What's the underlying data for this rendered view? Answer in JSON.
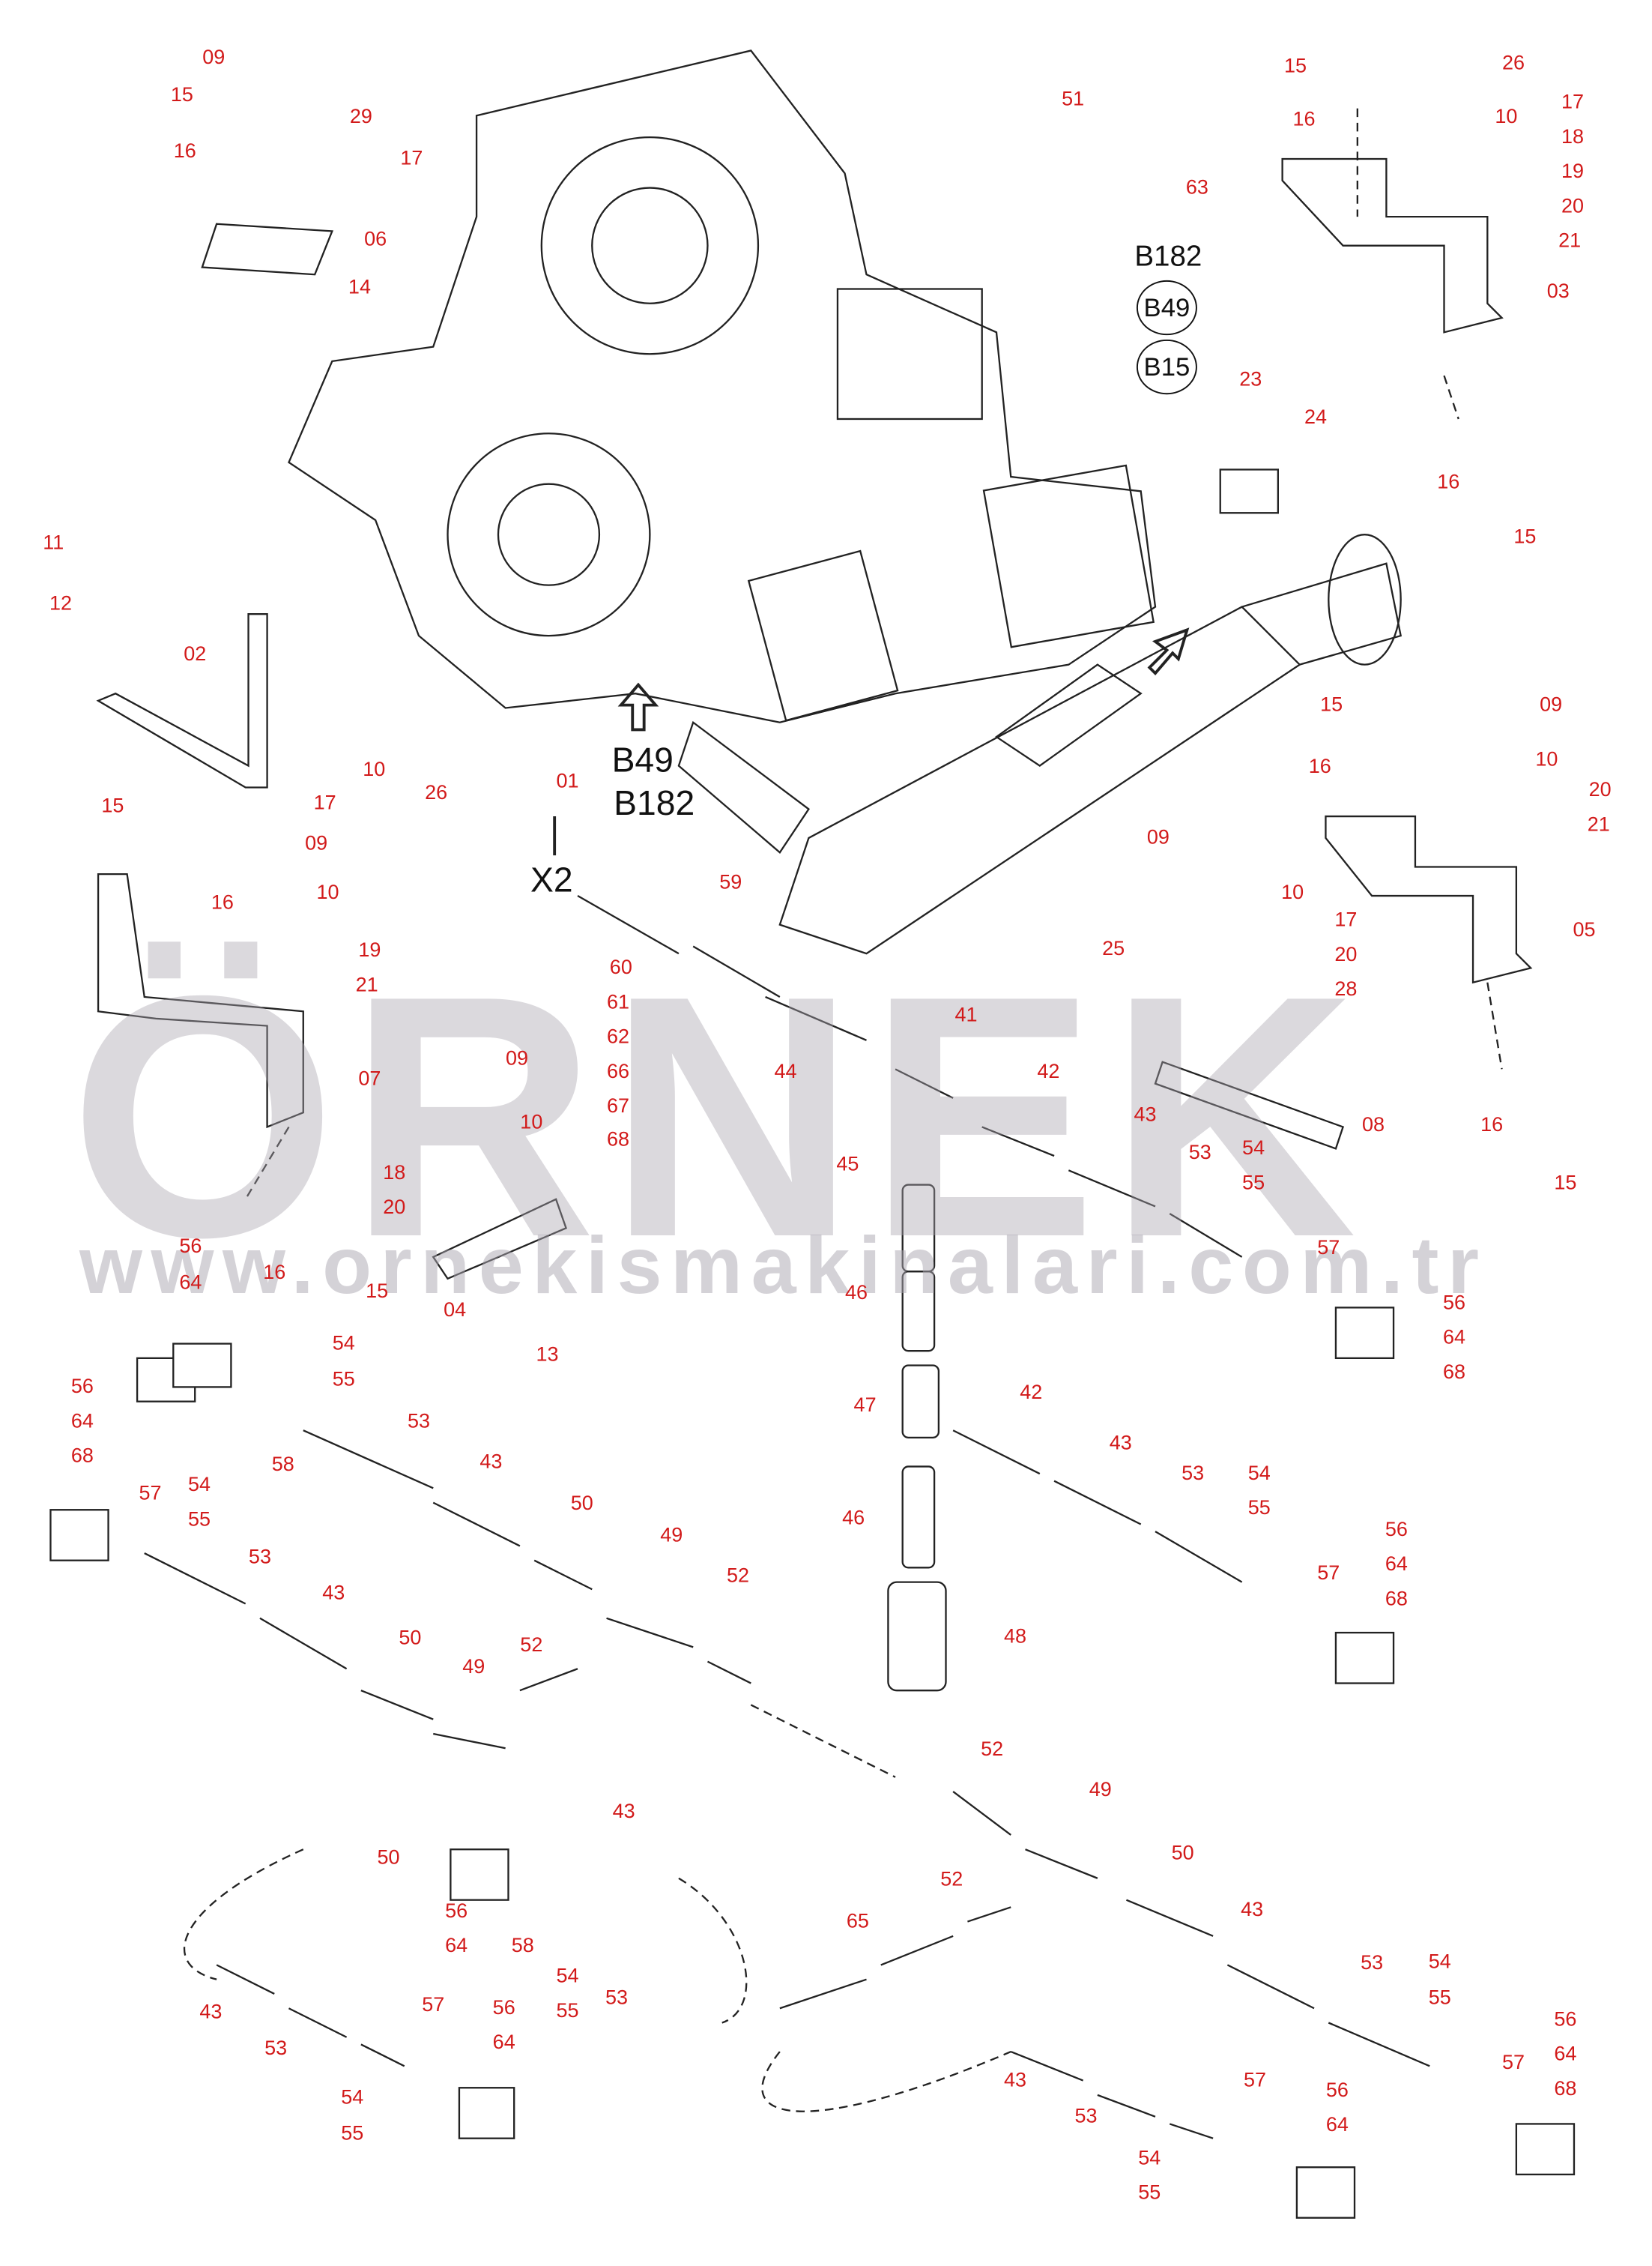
{
  "watermark": {
    "brand": "ÖRNEK",
    "url": "www.ornekismakinalari.com.tr"
  },
  "references": {
    "b182_top": "B182",
    "b49_circle": "B49",
    "b15_circle": "B15",
    "b49_arrow": "B49",
    "b182_arrow": "B182",
    "x2": "X2"
  },
  "callouts": [
    "09",
    "15",
    "29",
    "16",
    "17",
    "06",
    "14",
    "51",
    "63",
    "23",
    "24",
    "15",
    "26",
    "16",
    "10",
    "17",
    "18",
    "19",
    "20",
    "21",
    "03",
    "16",
    "15",
    "11",
    "12",
    "02",
    "17",
    "10",
    "26",
    "01",
    "15",
    "09",
    "16",
    "10",
    "20",
    "21",
    "05",
    "15",
    "09",
    "16",
    "10",
    "19",
    "21",
    "07",
    "59",
    "60",
    "61",
    "62",
    "66",
    "67",
    "68",
    "44",
    "41",
    "42",
    "43",
    "45",
    "53",
    "54",
    "55",
    "09",
    "10",
    "17",
    "20",
    "28",
    "25",
    "08",
    "16",
    "15",
    "09",
    "10",
    "18",
    "20",
    "04",
    "13",
    "16",
    "15",
    "56",
    "64",
    "57",
    "56",
    "64",
    "68",
    "46",
    "54",
    "55",
    "56",
    "64",
    "68",
    "58",
    "53",
    "43",
    "57",
    "54",
    "55",
    "50",
    "53",
    "49",
    "43",
    "52",
    "50",
    "52",
    "49",
    "50",
    "47",
    "42",
    "43",
    "53",
    "54",
    "55",
    "46",
    "56",
    "64",
    "68",
    "57",
    "48",
    "52",
    "49",
    "50",
    "43",
    "56",
    "64",
    "58",
    "54",
    "55",
    "53",
    "65",
    "52",
    "43",
    "53",
    "54",
    "55",
    "56",
    "64",
    "68",
    "57",
    "43",
    "53",
    "57",
    "56",
    "64",
    "54",
    "55",
    "43",
    "53",
    "57",
    "56",
    "64",
    "54",
    "55"
  ]
}
